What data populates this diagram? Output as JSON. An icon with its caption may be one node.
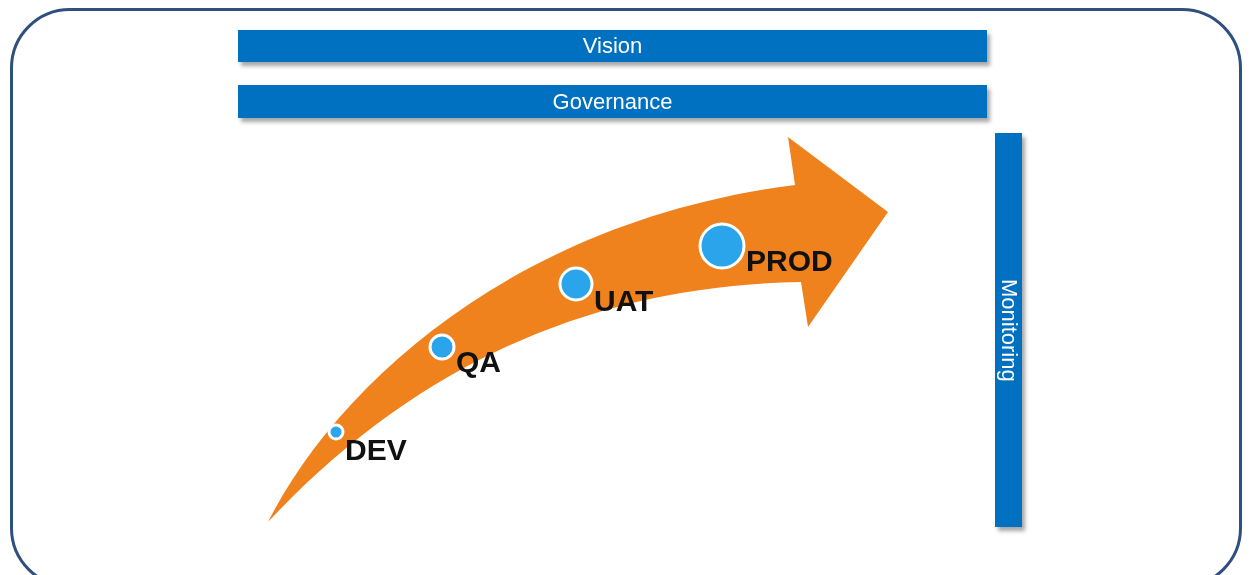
{
  "diagram": {
    "nodes": [
      {
        "text": [
          "Vision"
        ]
      },
      {
        "text": [
          "Governance"
        ]
      },
      {
        "text": [
          "Monitoring"
        ]
      },
      {
        "text": [],
        "shape": "circle",
        "beside": [
          "DEV"
        ]
      },
      {
        "text": [],
        "shape": "circle",
        "beside": [
          "QA"
        ]
      },
      {
        "text": [],
        "shape": "circle",
        "beside": [
          "UAT"
        ]
      },
      {
        "text": [],
        "shape": "circle",
        "beside": [
          "PROD"
        ]
      }
    ]
  }
}
